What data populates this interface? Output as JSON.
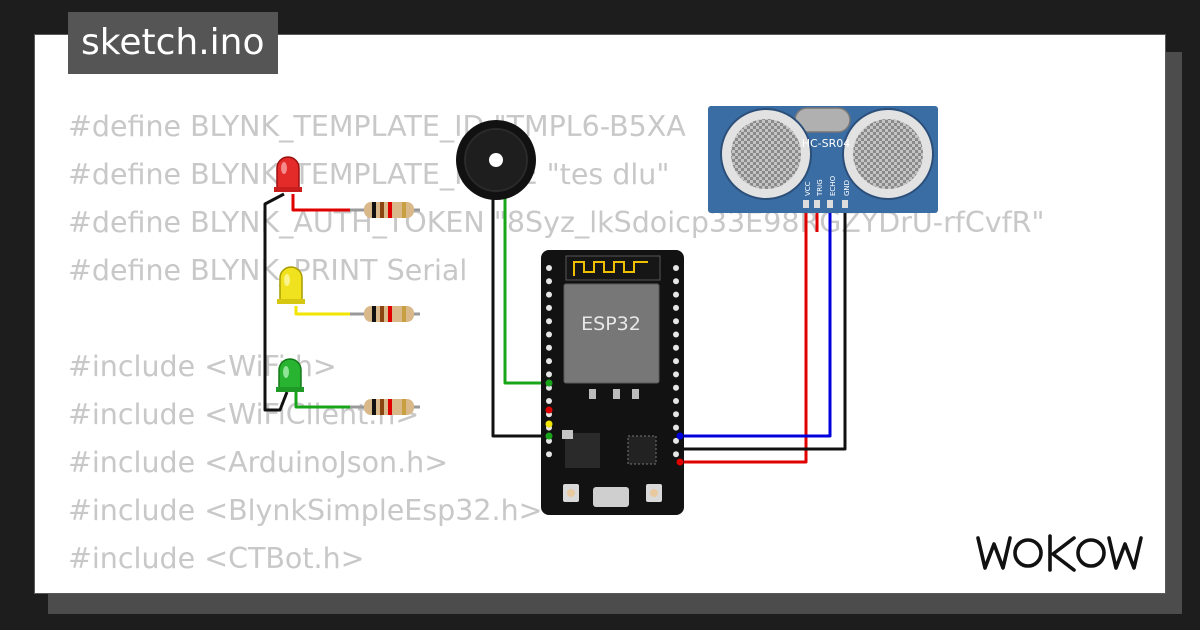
{
  "editor": {
    "file_name": "sketch.ino",
    "code_lines": [
      "#define BLYNK_TEMPLATE_ID \"TMPL6-B5XA",
      "#define BLYNK_TEMPLATE_NAME \"tes dlu\"",
      "#define BLYNK_AUTH_TOKEN \"8Syz_lkSdoicp33E98RGZYDrU-rfCvfR\"",
      "#define BLYNK_PRINT Serial",
      "",
      "#include <WiFi.h>",
      "#include <WiFiClient.h>",
      "#include <ArduinoJson.h>",
      "#include <BlynkSimpleEsp32.h>",
      "#include <CTBot.h>"
    ]
  },
  "circuit": {
    "board_label": "ESP32",
    "sensor_label": "HC-SR04",
    "sensor_pins": [
      "VCC",
      "TRIG",
      "ECHO",
      "GND"
    ],
    "leds": [
      "red",
      "yellow",
      "green"
    ]
  },
  "brand": {
    "logo_text": "WOKWi"
  },
  "colors": {
    "wire_red": "#e00000",
    "wire_yellow": "#f2e500",
    "wire_green": "#19a51a",
    "wire_blue": "#0000dd",
    "wire_black": "#111111",
    "board": "#121212",
    "sensor_blue": "#3a6da3"
  }
}
